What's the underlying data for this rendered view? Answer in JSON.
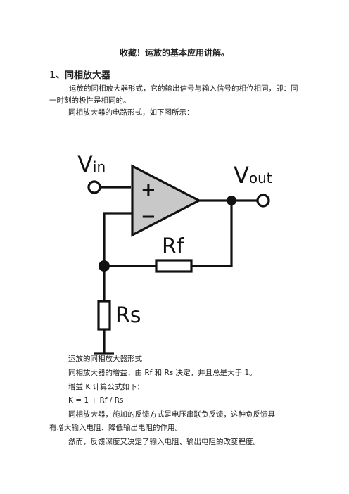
{
  "title": "收藏！运放的基本应用讲解。",
  "section": {
    "heading": "1、同相放大器",
    "para1": "运放的同相放大器形式，它的输出信号与输入信号的相位相同，即：同一时刻的极性是相同的。",
    "para2": "同相放大器的电路形式，如下图所示："
  },
  "diagram": {
    "vin_label": "V",
    "vin_sub": "in",
    "vout_label": "V",
    "vout_sub": "out",
    "plus_sign": "+",
    "minus_sign": "−",
    "rf_label": "Rf",
    "rs_label": "Rs"
  },
  "lines": {
    "caption": "运放的同相放大器形式",
    "gain_text": "同相放大器的增益，由 Rf 和 Rs 决定，并且总是大于 1。",
    "formula_intro": "增益 K 计算公式如下：",
    "formula": "K = 1 + Rf / Rs",
    "feedback_a": "同相放大器，施加的反馈方式是电压串联负反馈，这种负反馈具",
    "feedback_b": "有增大输入电阻、降低输出电阻的作用。",
    "depth": "然而，反馈深度又决定了输入电阻、输出电阻的改变程度。"
  }
}
